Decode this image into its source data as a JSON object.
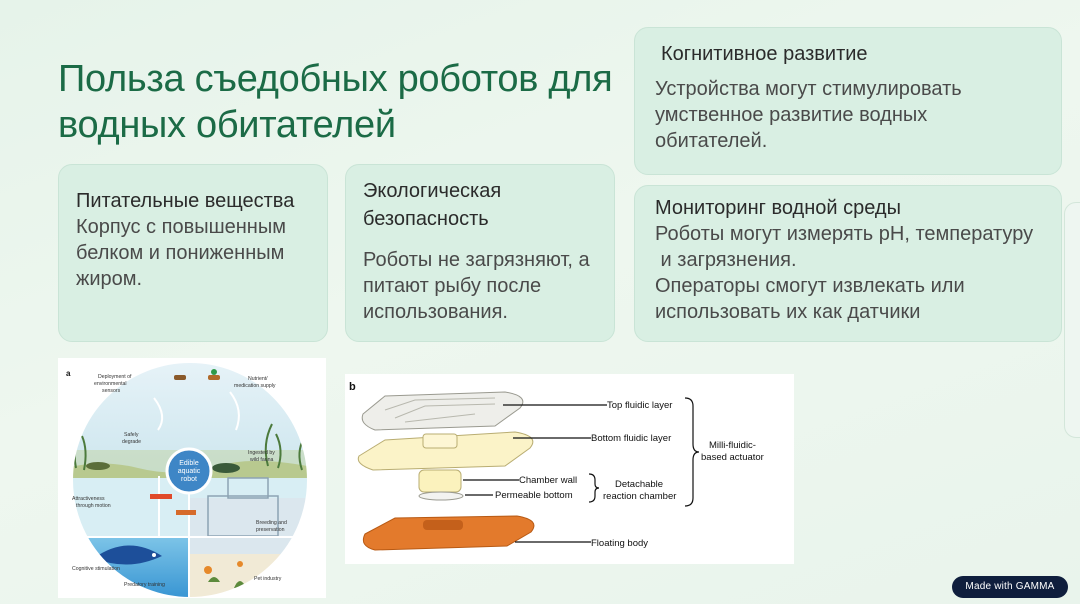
{
  "slide": {
    "title": "Польза съедобных роботов для водных обитателей"
  },
  "cards": {
    "nutrients": {
      "title": "Питательные вещества",
      "body": "Корпус с повышенным белком и пониженным жиром."
    },
    "ecology": {
      "title": "Экологическая безопасность",
      "body": "Роботы не загрязняют, а питают рыбу после использования."
    },
    "cognitive": {
      "title": "Когнитивное развитие",
      "body": "Устройства могут стимулировать умственное развитие водных обитателей."
    },
    "monitoring": {
      "title": "Мониторинг водной среды",
      "line1": "Роботы могут измерять pH, температуру",
      "line2": " и загрязнения.",
      "line3": "Операторы смогут извлекать или",
      "line4": "использовать их как датчики"
    }
  },
  "figure_a": {
    "panel_label": "a",
    "labels": {
      "deployment": "Deployment of environmental sensors",
      "nutrient": "Nutrient/ medication supply",
      "safely": "Safely degrade",
      "ingested": "Ingested by wild fauna",
      "center": "Edible aquatic robot",
      "attractive": "Attractiveness through motion",
      "breeding": "Breeding and preservation",
      "cognitive": "Cognitive stimulation",
      "predatory": "Predatory training",
      "pet": "Pet industry"
    }
  },
  "figure_b": {
    "panel_label": "b",
    "labels": {
      "top_layer": "Top fluidic layer",
      "bottom_layer": "Bottom fluidic layer",
      "actuator_1": "Milli-fluidic-",
      "actuator_2": "based actuator",
      "chamber_wall": "Chamber wall",
      "permeable": "Permeable bottom",
      "detach_1": "Detachable",
      "detach_2": "reaction chamber",
      "floating": "Floating body"
    }
  },
  "badge": {
    "label": "Made with GAMMA"
  },
  "colors": {
    "title": "#1b6b46",
    "card_bg": "#d9efe3",
    "badge_bg": "#0f1e3d"
  }
}
